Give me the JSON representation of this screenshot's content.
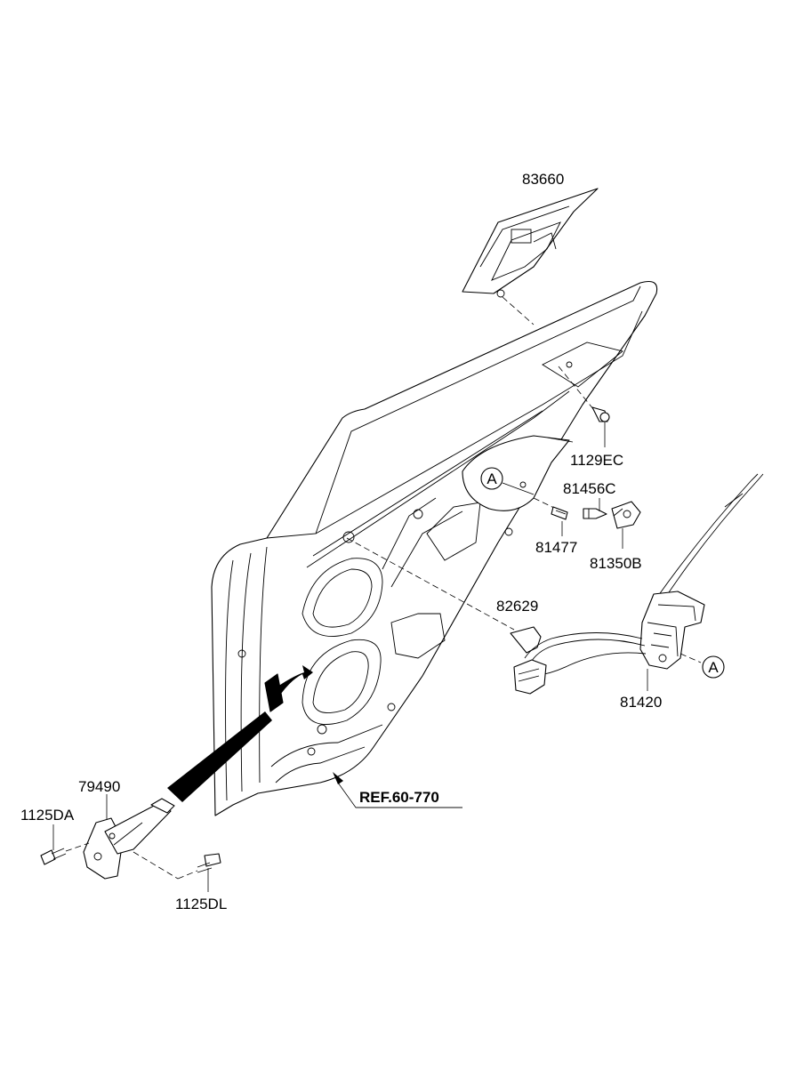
{
  "parts": {
    "p83660": "83660",
    "p1129EC": "1129EC",
    "p81456C": "81456C",
    "p81477": "81477",
    "p81350B": "81350B",
    "p82629": "82629",
    "p81420": "81420",
    "p79490": "79490",
    "p1125DA": "1125DA",
    "p1125DL": "1125DL"
  },
  "reference": "REF.60-770",
  "callouts": {
    "a_left": "A",
    "a_right": "A"
  },
  "colors": {
    "line": "#000000",
    "background": "#ffffff"
  }
}
